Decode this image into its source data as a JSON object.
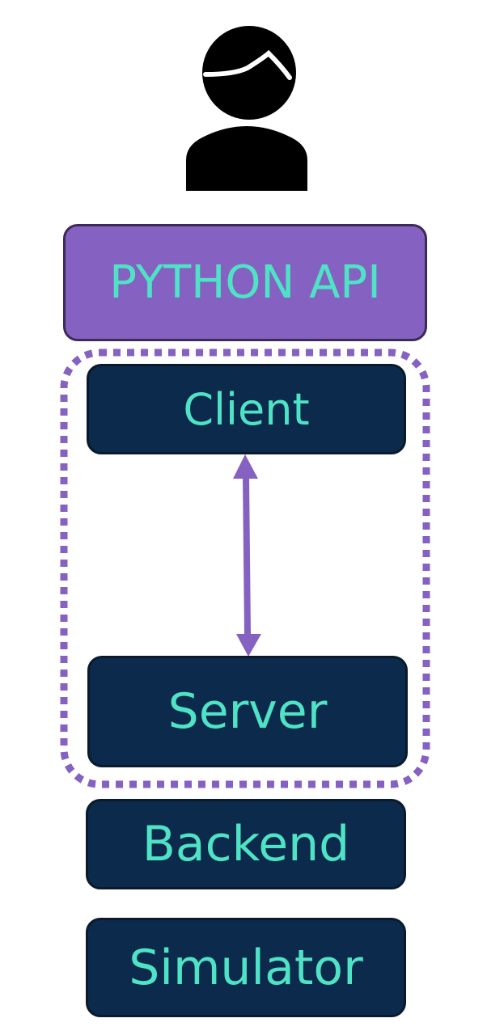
{
  "diagram": {
    "user_icon": "user-icon",
    "layers": [
      {
        "id": "python-api",
        "label": "PYTHON API"
      },
      {
        "id": "client",
        "label": "Client"
      },
      {
        "id": "server",
        "label": "Server"
      },
      {
        "id": "backend",
        "label": "Backend"
      },
      {
        "id": "simulator",
        "label": "Simulator"
      }
    ],
    "connections": [
      {
        "from": "client",
        "to": "server",
        "type": "bidirectional-arrow"
      }
    ],
    "groups": [
      {
        "members": [
          "client",
          "server"
        ],
        "style": "dotted-outline"
      }
    ],
    "colors": {
      "api_fill": "#8562c1",
      "layer_fill": "#0b2a4c",
      "text": "#4fe3c6",
      "accent": "#8562c1"
    }
  }
}
